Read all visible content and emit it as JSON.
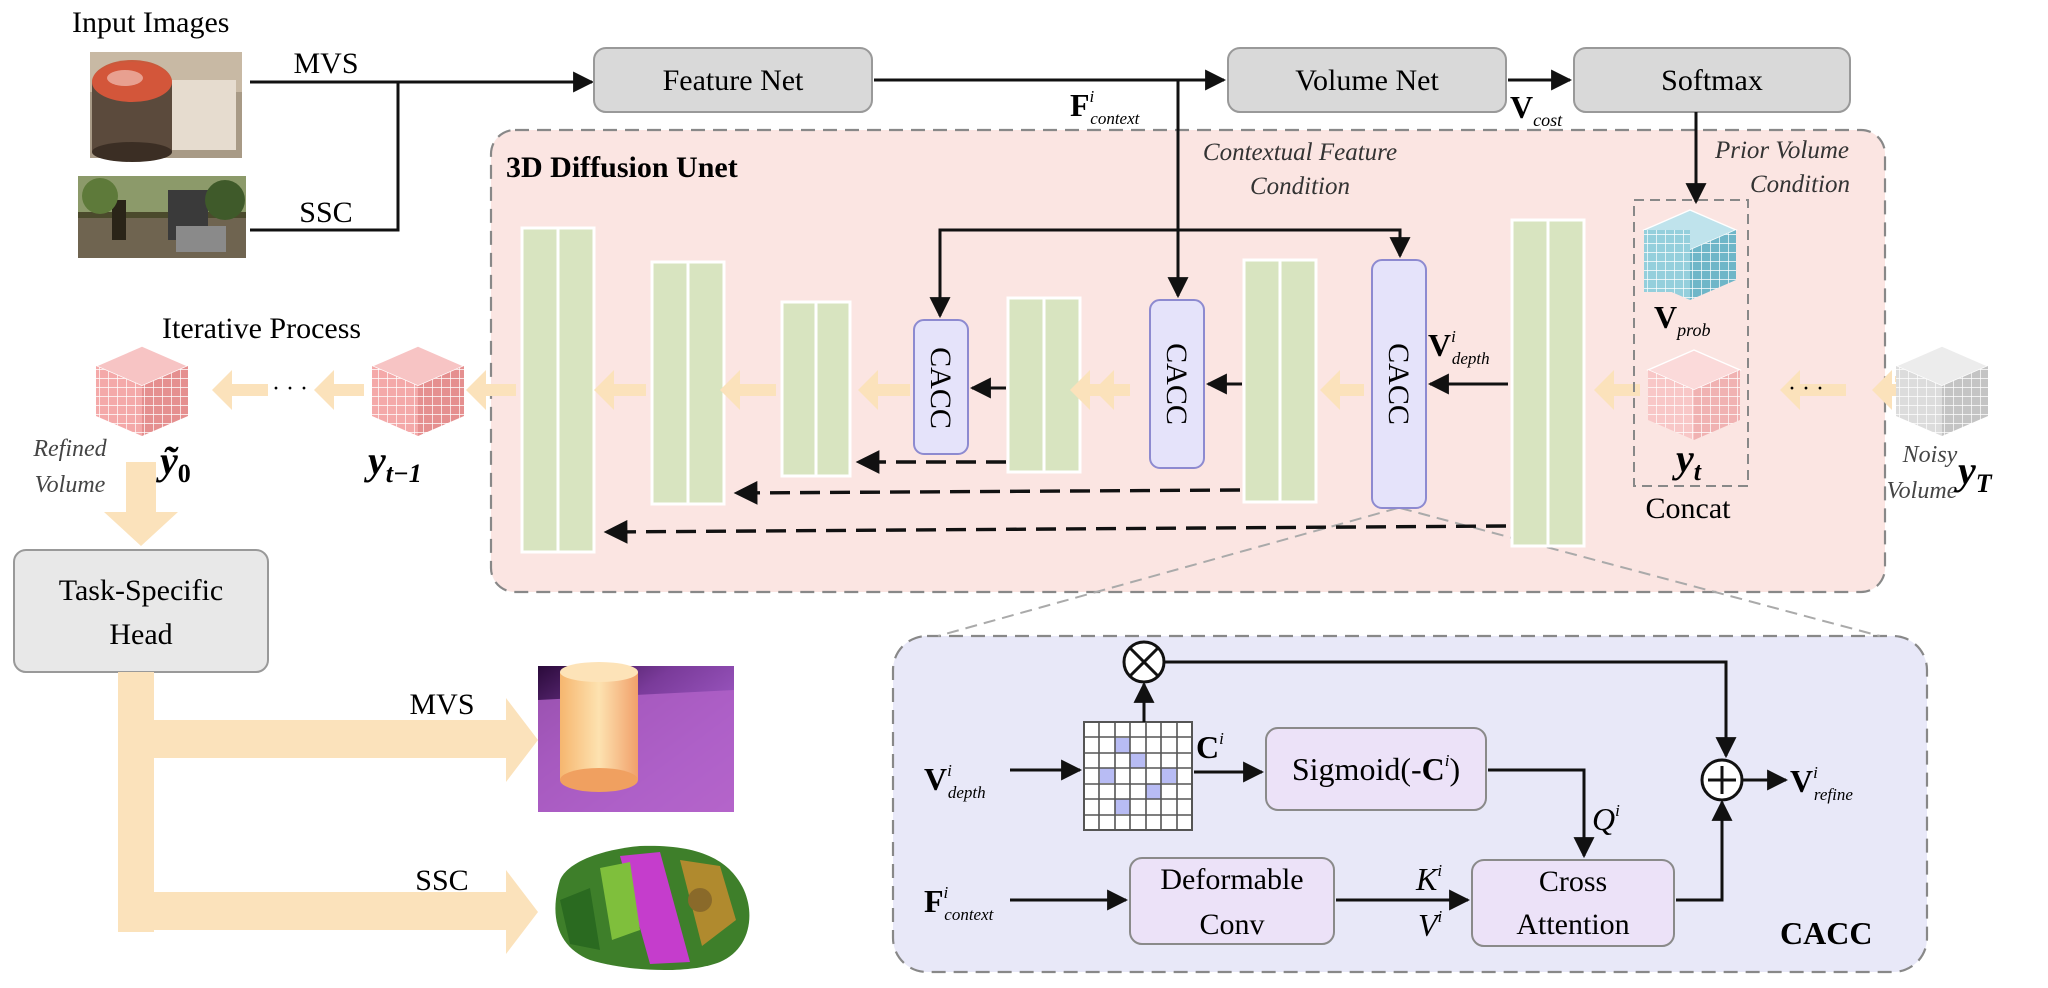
{
  "top": {
    "input_images": "Input Images",
    "mvs": "MVS",
    "ssc": "SSC",
    "feature_net": "Feature Net",
    "volume_net": "Volume Net",
    "softmax": "Softmax",
    "f_main": "F",
    "f_sup": "i",
    "f_sub": "context",
    "v_main": "V",
    "v_sub": "cost"
  },
  "unet": {
    "title": "3D Diffusion Unet",
    "ctx_cond_line1": "Contextual Feature",
    "ctx_cond_line2": "Condition",
    "prior_line1": "Prior Volume",
    "prior_line2": "Condition",
    "cacc": "CACC",
    "vdepth_main": "V",
    "vdepth_sup": "i",
    "vdepth_sub": "depth",
    "vprob_main": "V",
    "vprob_sub": "prob",
    "yt": "y",
    "yt_sub": "t",
    "concat": "Concat",
    "noisy1": "Noisy",
    "noisy2": "Volume",
    "yT": "y",
    "yT_sub": "T"
  },
  "left": {
    "iterative": "Iterative Process",
    "ellipsis": "· · ·",
    "y0": "ỹ",
    "y0_sub": "0",
    "ytm1": "y",
    "ytm1_sub": "t−1",
    "refined1": "Refined",
    "refined2": "Volume",
    "head1": "Task-Specific",
    "head2": "Head",
    "out_mvs": "MVS",
    "out_ssc": "SSC"
  },
  "cacc": {
    "title": "CACC",
    "vdepth_main": "V",
    "vdepth_sup": "i",
    "vdepth_sub": "depth",
    "fctx_main": "F",
    "fctx_sup": "i",
    "fctx_sub": "context",
    "c_main": "C",
    "c_sup": "i",
    "sigmoid_pre": "Sigmoid(-",
    "sigmoid_c": "C",
    "sigmoid_sup": "i",
    "sigmoid_post": ")",
    "q_main": "Q",
    "q_sup": "i",
    "k_main": "K",
    "k_sup": "i",
    "vv_main": "V",
    "vv_sup": "i",
    "deform1": "Deformable",
    "deform2": "Conv",
    "cross1": "Cross",
    "cross2": "Attention",
    "vref_main": "V",
    "vref_sup": "i",
    "vref_sub": "refine"
  },
  "colors": {
    "unet_bg": "#fbe5e2",
    "cacc_bg": "#e8e8f8",
    "gray_box": "#d9d9d9",
    "green_block": "#d8e4c0",
    "cacc_block": "#e5e3fa",
    "orange_arrow": "#fbe2bb",
    "pink_cube": "#f0a0a0",
    "blue_cube": "#8dc9d8",
    "gray_cube": "#d6d6d6",
    "purple_box": "#ece2f8"
  }
}
